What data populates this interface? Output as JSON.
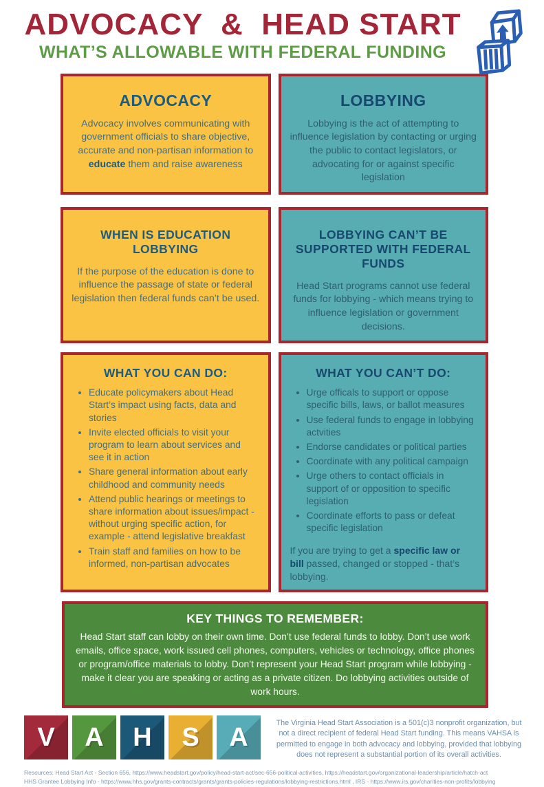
{
  "header": {
    "title": "ADVOCACY  &  HEAD START",
    "subtitle": "WHAT’S ALLOWABLE WITH FEDERAL FUNDING"
  },
  "row1": {
    "advocacy": {
      "heading": "ADVOCACY",
      "body_pre": "Advocacy involves communicating with government officials to share objective, accurate and non-partisan information to ",
      "body_bold": "educate",
      "body_post": " them and raise awareness"
    },
    "lobbying": {
      "heading": "LOBBYING",
      "body": "Lobbying is the act of attempting to influence legislation by contacting or urging the public to contact legislators, or advocating for or against specific legislation"
    }
  },
  "row2": {
    "education": {
      "heading": "WHEN IS EDUCATION LOBBYING",
      "body": "If the purpose of the education is done to influence the passage of state or federal legislation then federal funds can’t be used."
    },
    "federal_funds": {
      "heading": "LOBBYING CAN’T BE SUPPORTED WITH FEDERAL FUNDS",
      "body": "Head Start programs cannot use federal funds for lobbying - which means trying to influence legislation or government decisions."
    }
  },
  "can_do": {
    "heading": "WHAT YOU CAN DO:",
    "items": [
      "Educate policymakers about Head Start’s impact using facts, data and stories",
      "Invite elected officials to visit your program to learn about services and see it in action",
      "Share general information about early childhood  and community needs",
      "Attend public hearings or meetings to share information about issues/impact - without urging specific action, for example - attend legislative breakfast",
      "Train staff and families on how to be informed, non-partisan advocates"
    ]
  },
  "cant_do": {
    "heading": "WHAT YOU CAN’T DO:",
    "items": [
      "Urge officals to support or oppose specific bills, laws, or ballot measures",
      "Use federal funds to engage in lobbying actvities",
      "Endorse candidates or political parties",
      "Coordinate with any political campaign",
      "Urge others to contact officials in support of or opposition to specific legislation",
      "Coordinate efforts to pass or defeat specific legislation"
    ],
    "note_pre": "If you are trying to get a ",
    "note_bold": "specific law or bill",
    "note_post": " passed, changed or stopped - that’s lobbying."
  },
  "key_things": {
    "heading": "KEY THINGS TO REMEMBER:",
    "body": "Head Start staff can lobby on their own time. Don’t use federal funds to lobby. Don’t use work emails, office space, work issued cell phones, computers, vehicles or technology, office phones or program/office materials to lobby. Don’t represent your Head Start program while lobbying - make it clear you are speaking or acting as a private citizen. Do lobbying activities outside of work hours."
  },
  "logo": {
    "letters": [
      "V",
      "A",
      "H",
      "S",
      "A"
    ],
    "colors": [
      "#A22A3B",
      "#55973F",
      "#1C5878",
      "#E9AF33",
      "#57ACB8"
    ]
  },
  "footer": {
    "about": "The Virginia Head Start Association is a 501(c)3 nonprofit organization, but not a direct recipient of federal Head Start funding. This means VAHSA is permitted to engage in both advocacy and lobbying, provided that lobbying does not represent a substantial portion of its overall activities.",
    "resources_line1": "Resources: Head Start Act - Section 656, https://www.headstart.gov/policy/head-start-act/sec-656-political-activities, https://headstart.gov/organizational-leadership/article/hatch-act",
    "resources_line2": "HHS Grantee Lobbying Info - https://www.hhs.gov/grants-contracts/grants/grants-policies-regulations/lobbying-restrictions.html , IRS - https://www.irs.gov/charities-non-profits/lobbying"
  },
  "colors": {
    "title_red": "#A32638",
    "subtitle_green": "#5E9C48",
    "box_yellow": "#FBC343",
    "box_teal": "#58ADB2",
    "box_border_red": "#A8272F",
    "green_panel": "#4C8A3D",
    "heading_blue": "#1D5C80",
    "icon_blue": "#2B5FB3"
  }
}
